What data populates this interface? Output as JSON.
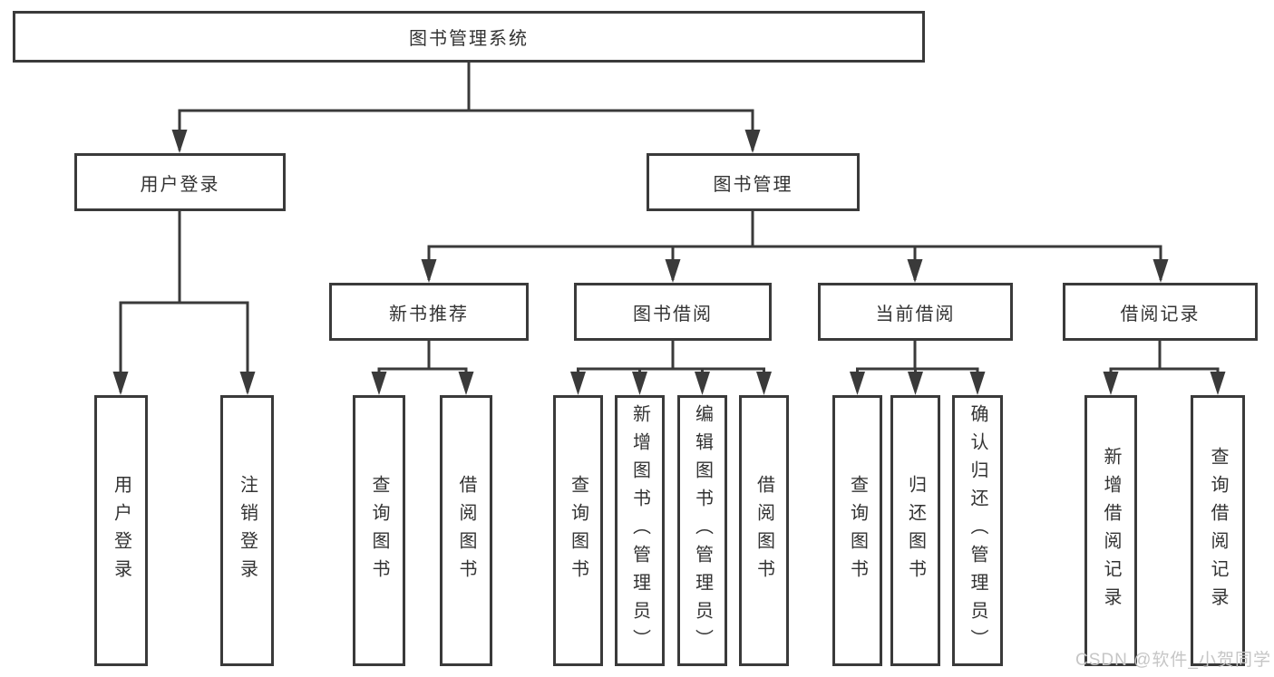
{
  "watermark": "CSDN @软件_小贺同学",
  "colors": {
    "line": "#3a3a3a",
    "text": "#333333",
    "box_bg": "#ffffff",
    "watermark": "#c6c6c6"
  },
  "tree": {
    "root": {
      "label": "图书管理系统"
    },
    "level2": [
      {
        "label": "用户登录",
        "parent": "图书管理系统"
      },
      {
        "label": "图书管理",
        "parent": "图书管理系统"
      }
    ],
    "level3": [
      {
        "label": "新书推荐",
        "parent": "图书管理"
      },
      {
        "label": "图书借阅",
        "parent": "图书管理"
      },
      {
        "label": "当前借阅",
        "parent": "图书管理"
      },
      {
        "label": "借阅记录",
        "parent": "图书管理"
      }
    ],
    "leaves": [
      {
        "label": "用户登录",
        "parent": "用户登录"
      },
      {
        "label": "注销登录",
        "parent": "用户登录"
      },
      {
        "label": "查询图书",
        "parent": "新书推荐"
      },
      {
        "label": "借阅图书",
        "parent": "新书推荐"
      },
      {
        "label": "查询图书",
        "parent": "图书借阅"
      },
      {
        "label": "新增图书（管理员）",
        "parent": "图书借阅"
      },
      {
        "label": "编辑图书（管理员）",
        "parent": "图书借阅"
      },
      {
        "label": "借阅图书",
        "parent": "图书借阅"
      },
      {
        "label": "查询图书",
        "parent": "当前借阅"
      },
      {
        "label": "归还图书",
        "parent": "当前借阅"
      },
      {
        "label": "确认归还（管理员）",
        "parent": "当前借阅"
      },
      {
        "label": "新增借阅记录",
        "parent": "借阅记录"
      },
      {
        "label": "查询借阅记录",
        "parent": "借阅记录"
      }
    ]
  }
}
